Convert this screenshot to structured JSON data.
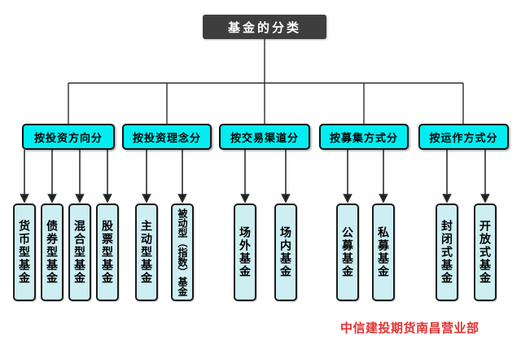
{
  "root": {
    "label": "基金的分类"
  },
  "groups": [
    {
      "label": "按投资方向分",
      "children": [
        "货币型基金",
        "债券型基金",
        "混合型基金",
        "股票型基金"
      ]
    },
    {
      "label": "按投资理念分",
      "children": [
        "主动型基金",
        "被动型（指数）基金"
      ]
    },
    {
      "label": "按交易渠道分",
      "children": [
        "场外基金",
        "场内基金"
      ]
    },
    {
      "label": "按募集方式分",
      "children": [
        "公募基金",
        "私募基金"
      ]
    },
    {
      "label": "按运作方式分",
      "children": [
        "封闭式基金",
        "开放式基金"
      ]
    }
  ],
  "footer": {
    "watermark": "中信建投期货南昌营业部"
  },
  "colors": {
    "root_box": "#3e3e3e",
    "root_text": "#ffffff",
    "category_fill": "#00eef2",
    "leaf_fill": "#cdeef3",
    "border": "#101010",
    "line": "#2e2e2e",
    "watermark_text": "#e23333",
    "background": "#ffffff"
  }
}
